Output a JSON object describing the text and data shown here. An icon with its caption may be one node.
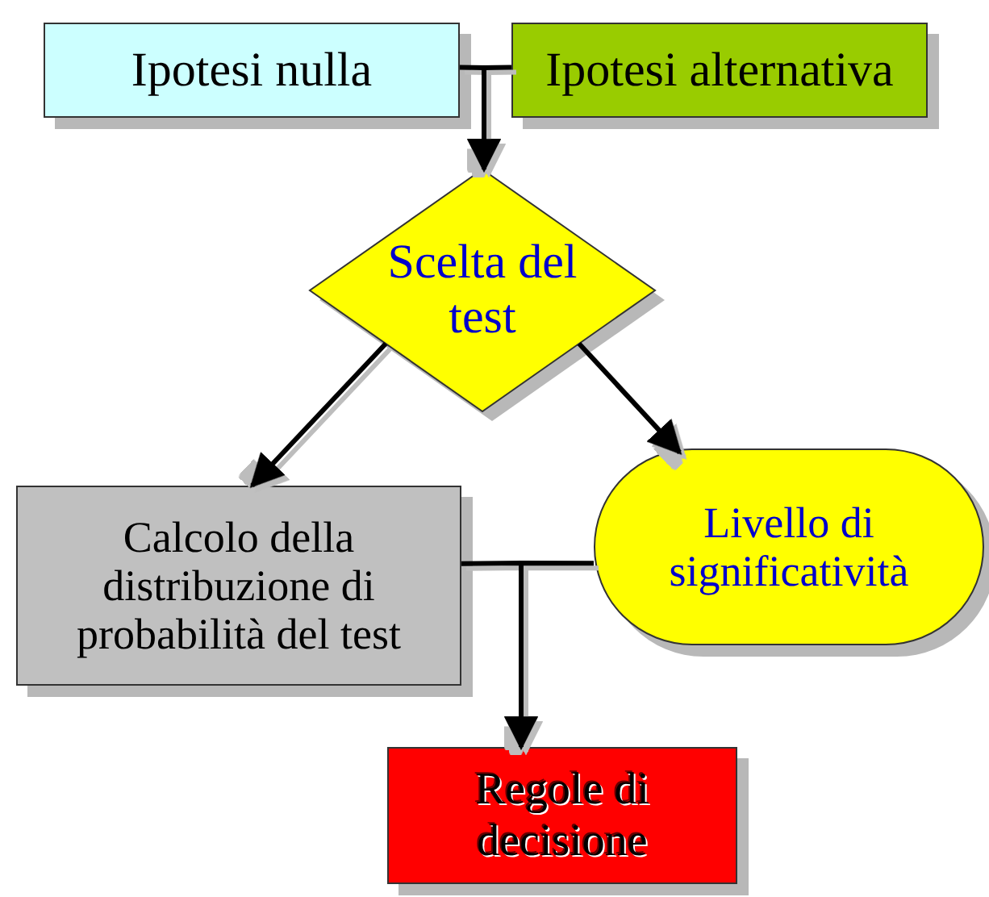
{
  "diagram": {
    "nodes": [
      {
        "text": [
          "Ipotesi nulla"
        ]
      },
      {
        "text": [
          "Ipotesi alternativa"
        ]
      },
      {
        "text": [
          "Scelta del test"
        ]
      },
      {
        "text": [
          "Calcolo della distribuzione di probabilità del test"
        ]
      },
      {
        "text": [
          "Livello di significatività"
        ]
      },
      {
        "text": [
          "Regole di decisione"
        ]
      }
    ],
    "edges": [
      {
        "from": 0,
        "to": 2,
        "arrow": "to"
      },
      {
        "from": 1,
        "to": 2,
        "arrow": "to"
      },
      {
        "from": 2,
        "to": 3,
        "arrow": "to"
      },
      {
        "from": 2,
        "to": 4,
        "arrow": "to"
      },
      {
        "from": 3,
        "to": 5,
        "arrow": "to"
      },
      {
        "from": 4,
        "to": 5,
        "arrow": "to"
      }
    ]
  }
}
